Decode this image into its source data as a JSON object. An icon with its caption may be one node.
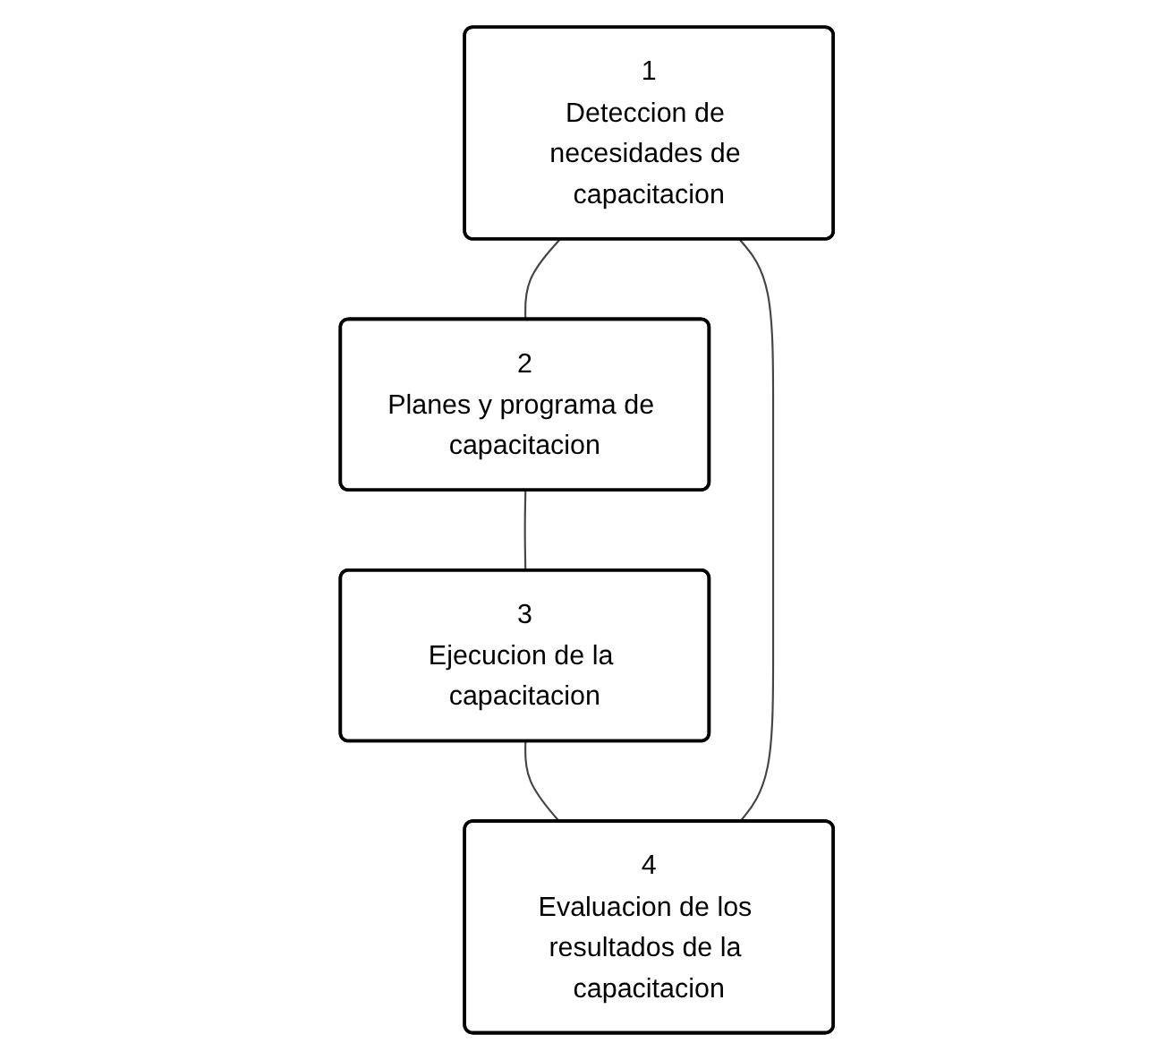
{
  "diagram": {
    "nodes": [
      {
        "text": [
          "1",
          "Deteccion de necesidades de capacitacion"
        ]
      },
      {
        "text": [
          "2",
          "Planes y programa de capacitacion"
        ]
      },
      {
        "text": [
          "3",
          "Ejecucion de la capacitacion"
        ]
      },
      {
        "text": [
          "4",
          "Evaluacion de los resultados de la capacitacion"
        ]
      }
    ],
    "edges": [
      {
        "from": 0,
        "to": 1,
        "arrow": "none"
      },
      {
        "from": 1,
        "to": 2,
        "arrow": "none"
      },
      {
        "from": 2,
        "to": 3,
        "arrow": "none"
      },
      {
        "from": 3,
        "to": 0,
        "arrow": "none"
      }
    ]
  }
}
